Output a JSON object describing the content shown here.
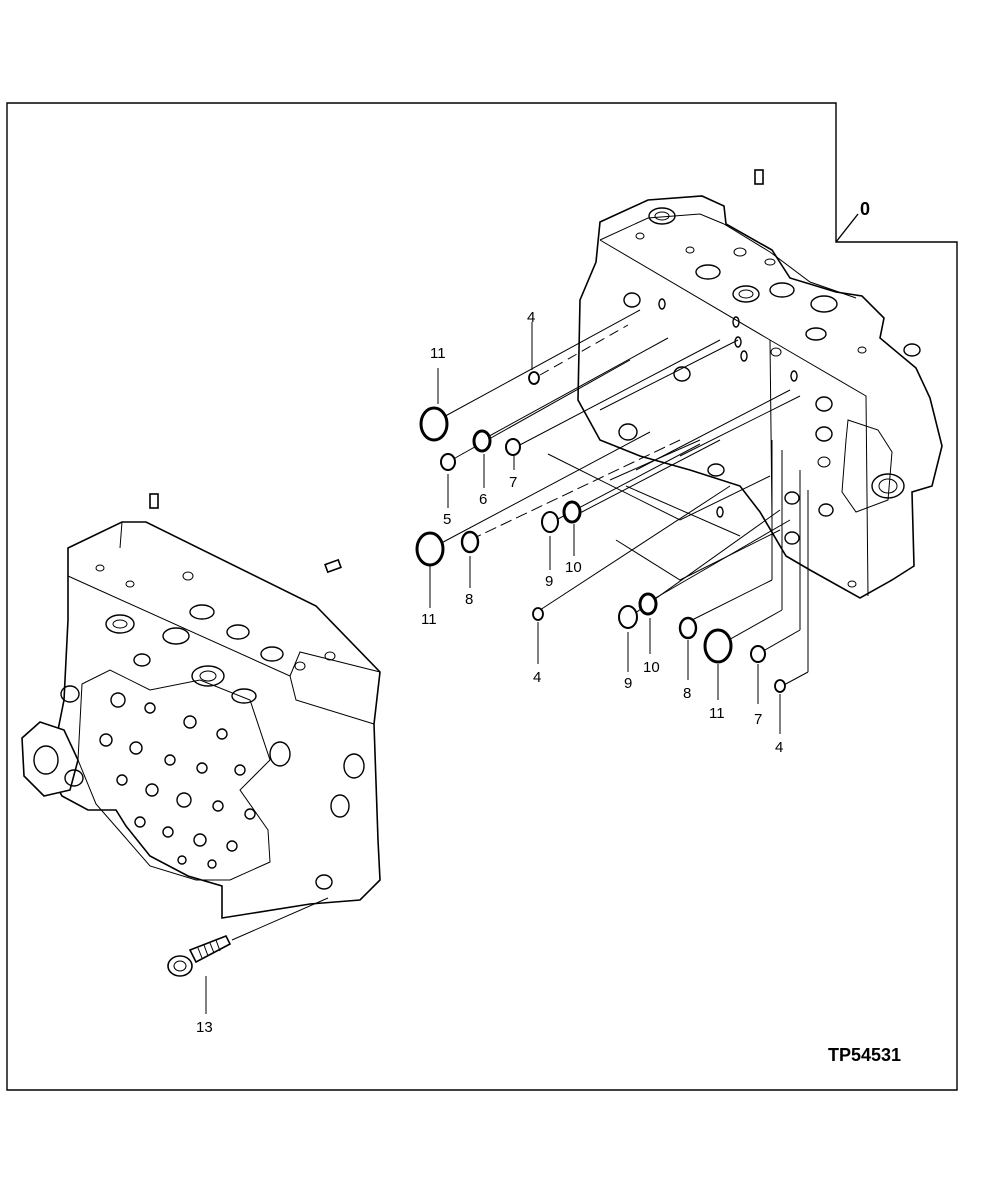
{
  "figure_ref": "TP54531",
  "assembly_ref": "0",
  "callouts": {
    "c11a": "11",
    "c4a": "4",
    "c6": "6",
    "c7a": "7",
    "c5": "5",
    "c11b": "11",
    "c8a": "8",
    "c9a": "9",
    "c10a": "10",
    "c4b": "4",
    "c9b": "9",
    "c10b": "10",
    "c8b": "8",
    "c11c": "11",
    "c7b": "7",
    "c4c": "4",
    "c13": "13"
  }
}
